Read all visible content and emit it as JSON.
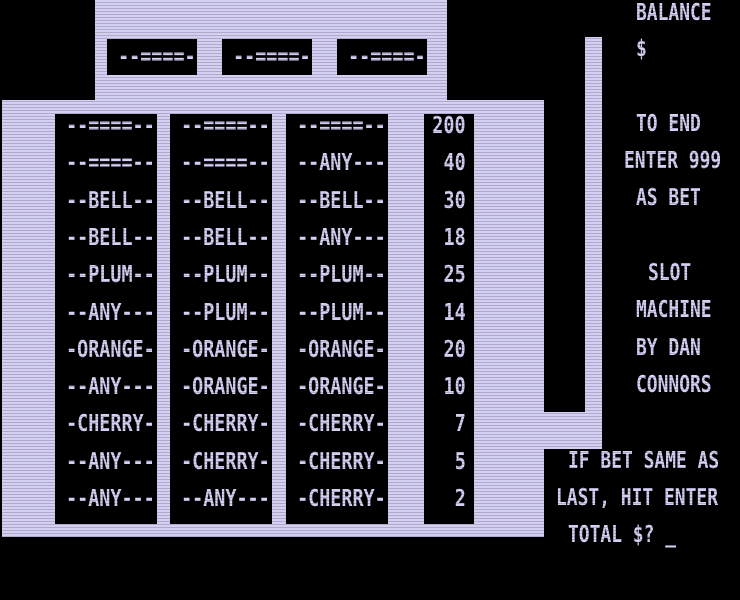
{
  "reels": [
    {
      "symbol": "--====--"
    },
    {
      "symbol": "--====--"
    },
    {
      "symbol": "--====--"
    }
  ],
  "payout_table": {
    "columns": [
      [
        "--====--",
        "--====--",
        "--BELL--",
        "--BELL--",
        "--PLUM--",
        "--ANY---",
        "-ORANGE-",
        "--ANY---",
        "-CHERRY-",
        "--ANY---",
        "--ANY---"
      ],
      [
        "--====--",
        "--====--",
        "--BELL--",
        "--BELL--",
        "--PLUM--",
        "--PLUM--",
        "-ORANGE-",
        "-ORANGE-",
        "-CHERRY-",
        "-CHERRY-",
        "--ANY---"
      ],
      [
        "--====--",
        "--ANY---",
        "--BELL--",
        "--ANY---",
        "--PLUM--",
        "--PLUM--",
        "-ORANGE-",
        "-ORANGE-",
        "-CHERRY-",
        "-CHERRY-",
        "-CHERRY-"
      ]
    ],
    "payouts": [
      "200",
      "40",
      "30",
      "18",
      "25",
      "14",
      "20",
      "10",
      "7",
      "5",
      "2"
    ]
  },
  "sidebar": {
    "balance_label": "BALANCE",
    "balance_value": "$",
    "end_line1": "TO END",
    "end_line2": "ENTER 999",
    "end_line3": "AS BET",
    "title_line1": "SLOT",
    "title_line2": "MACHINE",
    "title_line3": "BY DAN",
    "title_line4": "CONNORS"
  },
  "prompt": {
    "line1": "IF BET SAME AS",
    "line2": "LAST, HIT ENTER",
    "line3": "TOTAL $? _"
  },
  "colors": {
    "background": "#000000",
    "foreground": "#d4d0f4"
  }
}
